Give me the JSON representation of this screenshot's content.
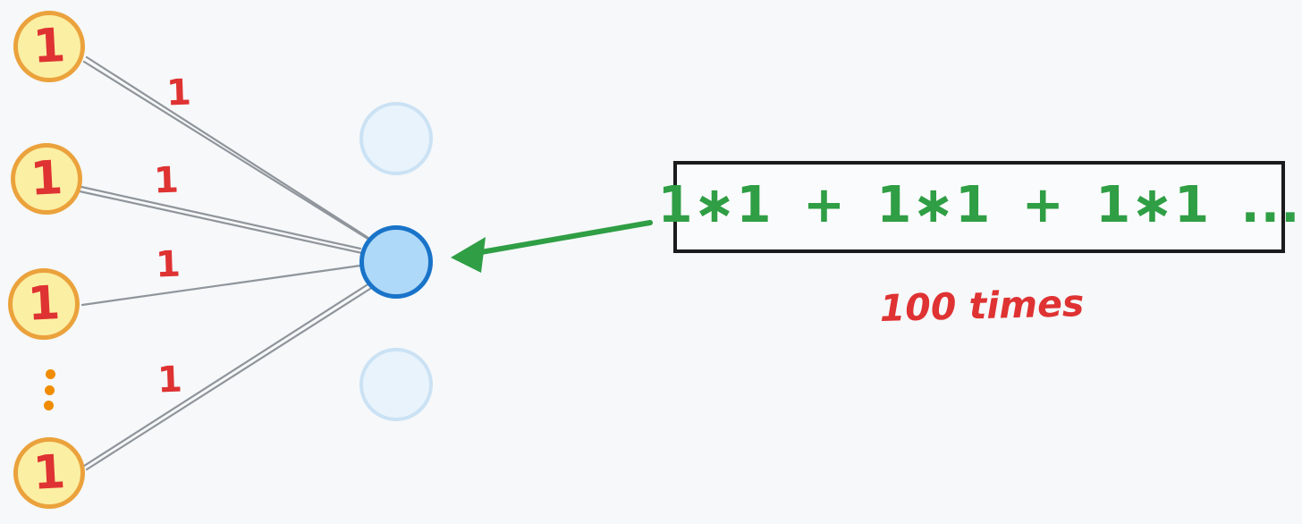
{
  "diagram": {
    "type": "neural-network-summation-illustration",
    "background_color": "#F6F8FA"
  },
  "network": {
    "input_values": [
      "1",
      "1",
      "1",
      "1"
    ],
    "weight_labels": [
      "1",
      "1",
      "1",
      "1"
    ],
    "input_color_fill": "#FBEFA3",
    "input_color_stroke": "#EBA23C",
    "value_color": "#DF3232",
    "connection_color": "#8F959B",
    "hidden_active_fill": "#AFD9F8",
    "hidden_active_stroke": "#1974C9",
    "hidden_faded_fill": "#E9F3FB",
    "hidden_faded_stroke": "#CBE2F4",
    "ellipsis_dot_color": "#F08C00"
  },
  "annotation": {
    "expression": "1∗1 + 1∗1 + 1∗1 ...",
    "repeat_label": "100 times",
    "expression_color": "#2F9E44",
    "repeat_color": "#DF3232",
    "arrow_color": "#2F9E44",
    "box_border_color": "#1B1B1B"
  }
}
